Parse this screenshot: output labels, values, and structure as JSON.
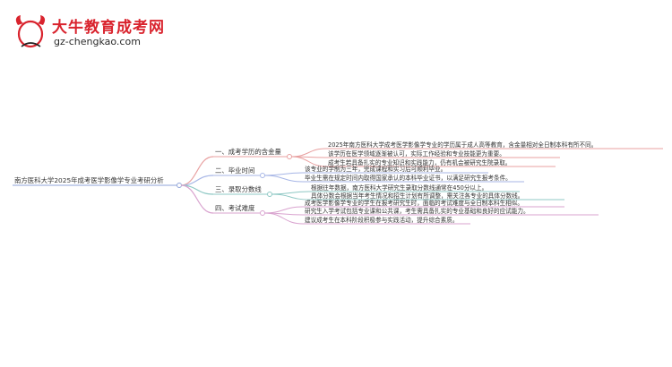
{
  "logo": {
    "brand_name": "大牛教育成考网",
    "url": "gz-chengkao.com",
    "mark_text": "大牛"
  },
  "root": {
    "label": "南方医科大学2025年成考医学影像学专业考研分析"
  },
  "branches": [
    {
      "label": "一、成考学历的含金量",
      "color": "#e8a0a0",
      "leaves": [
        "2025年南方医科大学成考医学影像学专业的学历属于成人高等教育，含金量相对全日制本科有所不同。",
        "该学历在医学领域逐渐被认可，实际工作经验和专业技能更为重要。",
        "成考生若具备扎实的专业知识和实践能力，仍有机会被研究生院录取。"
      ]
    },
    {
      "label": "二、毕业时间",
      "color": "#a7b6e6",
      "leaves": [
        "该专业的学制为三年，完成课程和实习后可顺利毕业。",
        "毕业生需在规定时间内取得国家承认的本科毕业证书，以满足研究生报考条件。"
      ]
    },
    {
      "label": "三、录取分数线",
      "color": "#8fc8c4",
      "leaves": [
        "根据往年数据，南方医科大学研究生录取分数线通常在450分以上。",
        "具体分数会根据当年考生情况和招生计划有所调整，需关注各专业的具体分数线。"
      ]
    },
    {
      "label": "四、考试难度",
      "color": "#d9a3cf",
      "leaves": [
        "成考医学影像学专业的学生在报考研究生时，面临的考试难度与全日制本科生相似。",
        "研究生入学考试包括专业课和公共课，考生需具备扎实的专业基础和良好的应试能力。",
        "建议成考生在本科阶段积极参与实践活动，提升综合素质。"
      ]
    }
  ]
}
